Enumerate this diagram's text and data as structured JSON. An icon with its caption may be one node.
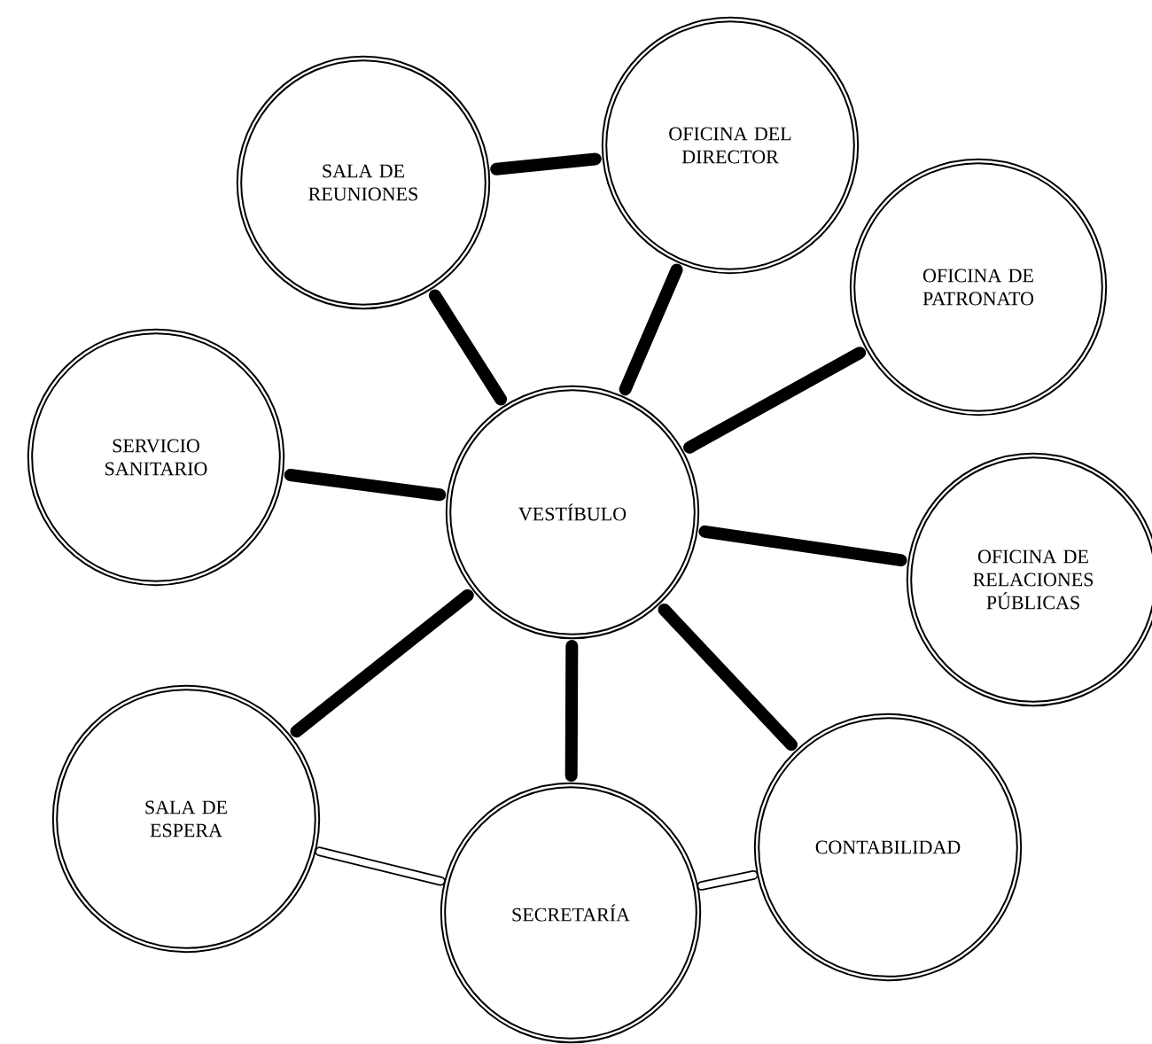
{
  "diagram": {
    "nodes": [
      {
        "text": [
          "VESTÍBULO"
        ]
      },
      {
        "text": [
          "SALA DE REUNIONES"
        ]
      },
      {
        "text": [
          "OFICINA DEL DIRECTOR"
        ]
      },
      {
        "text": [
          "OFICINA DE PATRONATO"
        ]
      },
      {
        "text": [
          "SERVICIO SANITARIO"
        ]
      },
      {
        "text": [
          "OFICINA DE RELACIONES PÚBLICAS"
        ]
      },
      {
        "text": [
          "SALA DE ESPERA"
        ]
      },
      {
        "text": [
          "SECRETARÍA"
        ]
      },
      {
        "text": [
          "CONTABILIDAD"
        ]
      }
    ],
    "edges": [
      {
        "from": 1,
        "to": 2,
        "arrow": "none"
      },
      {
        "from": 0,
        "to": 1,
        "arrow": "none"
      },
      {
        "from": 0,
        "to": 2,
        "arrow": "none"
      },
      {
        "from": 0,
        "to": 3,
        "arrow": "none"
      },
      {
        "from": 0,
        "to": 4,
        "arrow": "none"
      },
      {
        "from": 0,
        "to": 5,
        "arrow": "none"
      },
      {
        "from": 0,
        "to": 6,
        "arrow": "none"
      },
      {
        "from": 0,
        "to": 7,
        "arrow": "none"
      },
      {
        "from": 0,
        "to": 8,
        "arrow": "none"
      },
      {
        "from": 6,
        "to": 7,
        "arrow": "none"
      },
      {
        "from": 7,
        "to": 8,
        "arrow": "none"
      }
    ]
  }
}
